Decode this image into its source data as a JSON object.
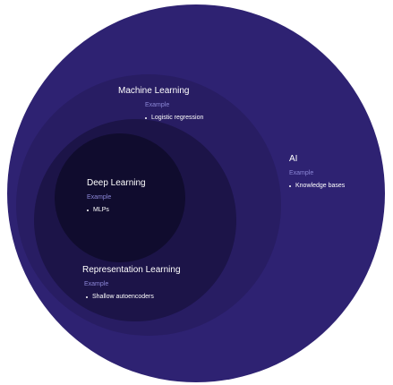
{
  "colors": {
    "ai": "#2e2272",
    "ml": "#281d63",
    "rl": "#1c1448",
    "dl": "#100c2e",
    "example_text": "#8b86d6"
  },
  "ai": {
    "title": "AI",
    "example_label": "Example",
    "example": "Knowledge bases"
  },
  "ml": {
    "title": "Machine Learning",
    "example_label": "Example",
    "example": "Logistic regression"
  },
  "rl": {
    "title": "Representation Learning",
    "example_label": "Example",
    "example": "Shallow autoencoders"
  },
  "dl": {
    "title": "Deep Learning",
    "example_label": "Example",
    "example": "MLPs"
  }
}
